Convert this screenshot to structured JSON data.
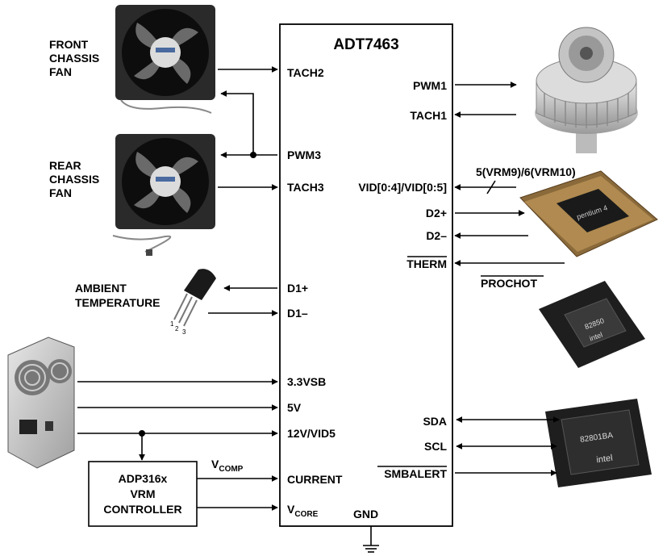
{
  "chip": {
    "title": "ADT7463",
    "gnd": "GND",
    "left_pins": [
      "TACH2",
      "PWM3",
      "TACH3",
      "D1+",
      "D1–",
      "3.3VSB",
      "5V",
      "12V/VID5",
      "CURRENT"
    ],
    "vcore_main": "V",
    "vcore_sub": "CORE",
    "right_pins": [
      "PWM1",
      "TACH1",
      "VID[0:4]/VID[0:5]",
      "D2+",
      "D2–",
      "THERM",
      "SDA",
      "SCL",
      "SMBALERT"
    ]
  },
  "labels": {
    "front_fan": [
      "FRONT",
      "CHASSIS",
      "FAN"
    ],
    "rear_fan": [
      "REAR",
      "CHASSIS",
      "FAN"
    ],
    "ambient": [
      "AMBIENT",
      "TEMPERATURE"
    ],
    "transistor_pins": [
      "1",
      "2",
      "3"
    ],
    "vrm": [
      "ADP316x",
      "VRM",
      "CONTROLLER"
    ],
    "vcomp_main": "V",
    "vcomp_sub": "COMP",
    "vid_bus": "5(VRM9)/6(VRM10)",
    "prochot": "PROCHOT",
    "chip_marks": {
      "cpu": "pentium 4",
      "chipset1": "82850",
      "chipset2": "82801BA",
      "brand": "intel"
    }
  }
}
